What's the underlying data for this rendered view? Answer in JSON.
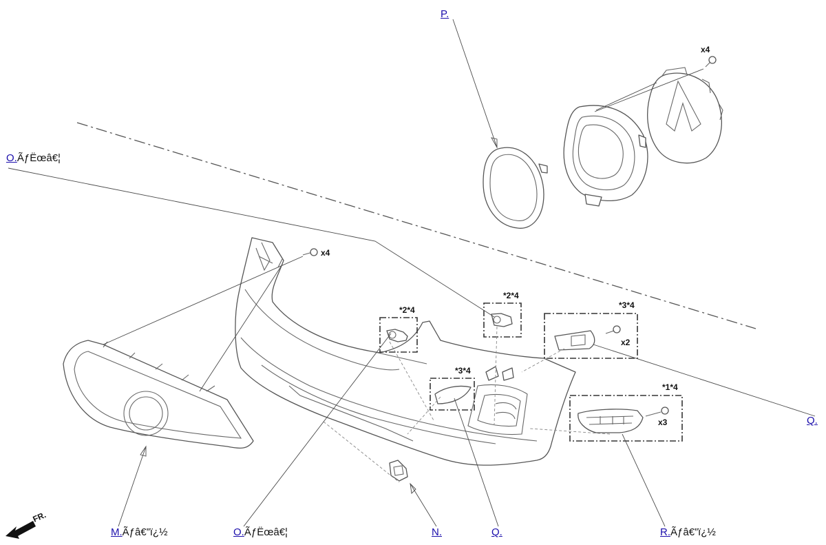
{
  "callouts": [
    {
      "id": "P",
      "link": "P.",
      "suffix": ""
    },
    {
      "id": "O-top",
      "link": "O.",
      "suffix": "ÃƒËœâ€¦"
    },
    {
      "id": "Q-right",
      "link": "Q.",
      "suffix": ""
    },
    {
      "id": "M",
      "link": "M.",
      "suffix": "Ãƒâ€”ï¿½"
    },
    {
      "id": "O-bottom",
      "link": "O.",
      "suffix": "ÃƒËœâ€¦"
    },
    {
      "id": "N",
      "link": "N.",
      "suffix": ""
    },
    {
      "id": "Q-bottom",
      "link": "Q.",
      "suffix": ""
    },
    {
      "id": "R",
      "link": "R.",
      "suffix": "Ãƒâ€”ï¿½"
    }
  ],
  "quantities": {
    "fog_ring_bolts": "x4",
    "grille_bolts": "x4",
    "washer_cap_screws": "x2",
    "drl_screws": "x3"
  },
  "group_labels": {
    "sensor_left": "*2*4",
    "sensor_right": "*2*4",
    "washer_cap_left": "*3*4",
    "washer_cap_right": "*3*4",
    "drl": "*1*4"
  },
  "direction_label": "FR."
}
